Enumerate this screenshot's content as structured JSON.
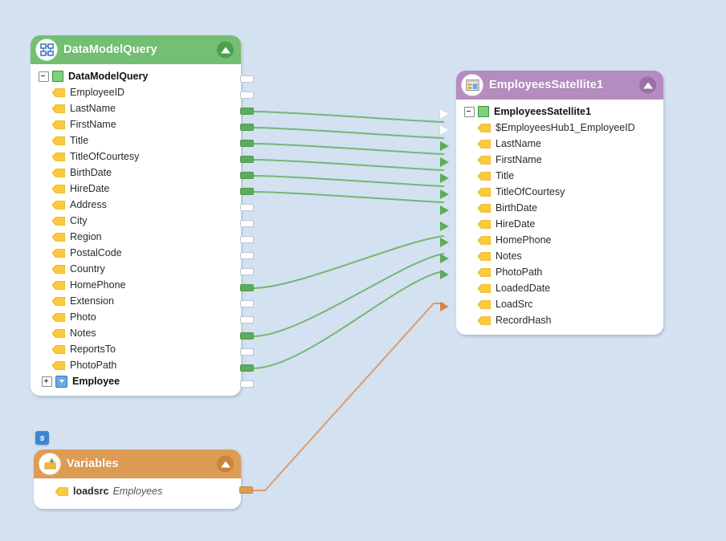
{
  "canvas": {
    "background": "#d3e1f0"
  },
  "nodes": {
    "datamodelquery": {
      "title": "DataModelQuery",
      "icon": "data-model-graph-icon",
      "header_color": "#73bf73",
      "collapse_label": "collapse",
      "root": {
        "label": "DataModelQuery"
      },
      "fields": [
        {
          "label": "EmployeeID",
          "port": "off"
        },
        {
          "label": "LastName",
          "port": "on"
        },
        {
          "label": "FirstName",
          "port": "on"
        },
        {
          "label": "Title",
          "port": "on"
        },
        {
          "label": "TitleOfCourtesy",
          "port": "on"
        },
        {
          "label": "BirthDate",
          "port": "on"
        },
        {
          "label": "HireDate",
          "port": "on"
        },
        {
          "label": "Address",
          "port": "off"
        },
        {
          "label": "City",
          "port": "off"
        },
        {
          "label": "Region",
          "port": "off"
        },
        {
          "label": "PostalCode",
          "port": "off"
        },
        {
          "label": "Country",
          "port": "off"
        },
        {
          "label": "HomePhone",
          "port": "on"
        },
        {
          "label": "Extension",
          "port": "off"
        },
        {
          "label": "Photo",
          "port": "off"
        },
        {
          "label": "Notes",
          "port": "on"
        },
        {
          "label": "ReportsTo",
          "port": "off"
        },
        {
          "label": "PhotoPath",
          "port": "on"
        }
      ],
      "child_node": {
        "label": "Employee"
      }
    },
    "employeessatellite1": {
      "title": "EmployeesSatellite1",
      "icon": "table-grid-icon",
      "header_color": "#b58cc0",
      "collapse_label": "collapse",
      "root": {
        "label": "EmployeesSatellite1"
      },
      "fields": [
        {
          "label": "$EmployeesHub1_EmployeeID",
          "port": "off"
        },
        {
          "label": "LastName",
          "port": "on"
        },
        {
          "label": "FirstName",
          "port": "on"
        },
        {
          "label": "Title",
          "port": "on"
        },
        {
          "label": "TitleOfCourtesy",
          "port": "on"
        },
        {
          "label": "BirthDate",
          "port": "on"
        },
        {
          "label": "HireDate",
          "port": "on"
        },
        {
          "label": "HomePhone",
          "port": "on"
        },
        {
          "label": "Notes",
          "port": "on"
        },
        {
          "label": "PhotoPath",
          "port": "on"
        },
        {
          "label": "LoadedDate",
          "port": "none"
        },
        {
          "label": "LoadSrc",
          "port": "orange"
        },
        {
          "label": "RecordHash",
          "port": "none"
        }
      ]
    },
    "variables": {
      "title": "Variables",
      "icon": "variables-box-icon",
      "header_color": "#dd9c54",
      "collapse_label": "collapse",
      "badge": "s",
      "fields": [
        {
          "label": "loadsrc",
          "value": "Employees",
          "port": "orange"
        }
      ]
    }
  },
  "colors": {
    "link_green": "#74b774",
    "link_orange": "#dd9c6a",
    "background": "#d3e1f0",
    "port_on": "#5aae5a"
  }
}
